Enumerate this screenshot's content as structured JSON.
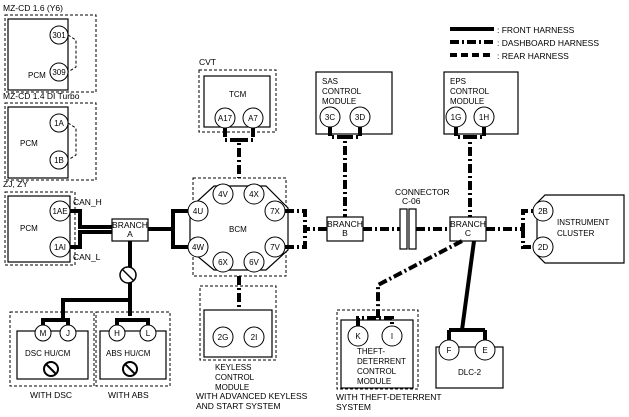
{
  "legend": {
    "front": ": FRONT HARNESS",
    "dashboard": ": DASHBOARD HARNESS",
    "rear": ": REAR HARNESS"
  },
  "engines": [
    {
      "title": "MZ-CD 1.6 (Y6)",
      "module": "PCM",
      "pins": [
        "301",
        "309"
      ]
    },
    {
      "title": "MZ-CD 1.4 DI Turbo",
      "module": "PCM",
      "pins": [
        "1A",
        "1B"
      ]
    },
    {
      "title": "ZJ, ZY",
      "module": "PCM",
      "pins": [
        "1AE",
        "1AI"
      ]
    }
  ],
  "can": {
    "high": "CAN_H",
    "low": "CAN_L"
  },
  "branches": {
    "a": "BRANCH\nA",
    "b": "BRANCH\nB",
    "c": "BRANCH\nC"
  },
  "tcm": {
    "caption": "CVT",
    "name": "TCM",
    "pins": [
      "A17",
      "A7"
    ]
  },
  "bcm": {
    "name": "BCM",
    "pins": [
      "4V",
      "4X",
      "4U",
      "7X",
      "4W",
      "7V",
      "6X",
      "6V"
    ]
  },
  "sas": {
    "name": "SAS\nCONTROL\nMODULE",
    "pins": [
      "3C",
      "3D"
    ]
  },
  "eps": {
    "name": "EPS\nCONTROL\nMODULE",
    "pins": [
      "1G",
      "1H"
    ]
  },
  "connector": {
    "label": "CONNECTOR\nC-06"
  },
  "cluster": {
    "name": "INSTRUMENT\nCLUSTER",
    "pins": [
      "2B",
      "2D"
    ]
  },
  "keyless": {
    "name": "KEYLESS\nCONTROL\nMODULE",
    "pins": [
      "2G",
      "2I"
    ],
    "caption": "WITH ADVANCED KEYLESS\nAND START SYSTEM"
  },
  "theft": {
    "name": "THEFT-\nDETERRENT\nCONTROL\nMODULE",
    "pins": [
      "K",
      "I"
    ],
    "caption": "WITH THEFT-DETERRENT\nSYSTEM"
  },
  "dlc": {
    "name": "DLC-2",
    "pins": [
      "F",
      "E"
    ]
  },
  "dsc": {
    "name": "DSC HU/CM",
    "pins": [
      "M",
      "J"
    ],
    "caption": "WITH DSC"
  },
  "abs": {
    "name": "ABS HU/CM",
    "pins": [
      "H",
      "L"
    ],
    "caption": "WITH ABS"
  }
}
